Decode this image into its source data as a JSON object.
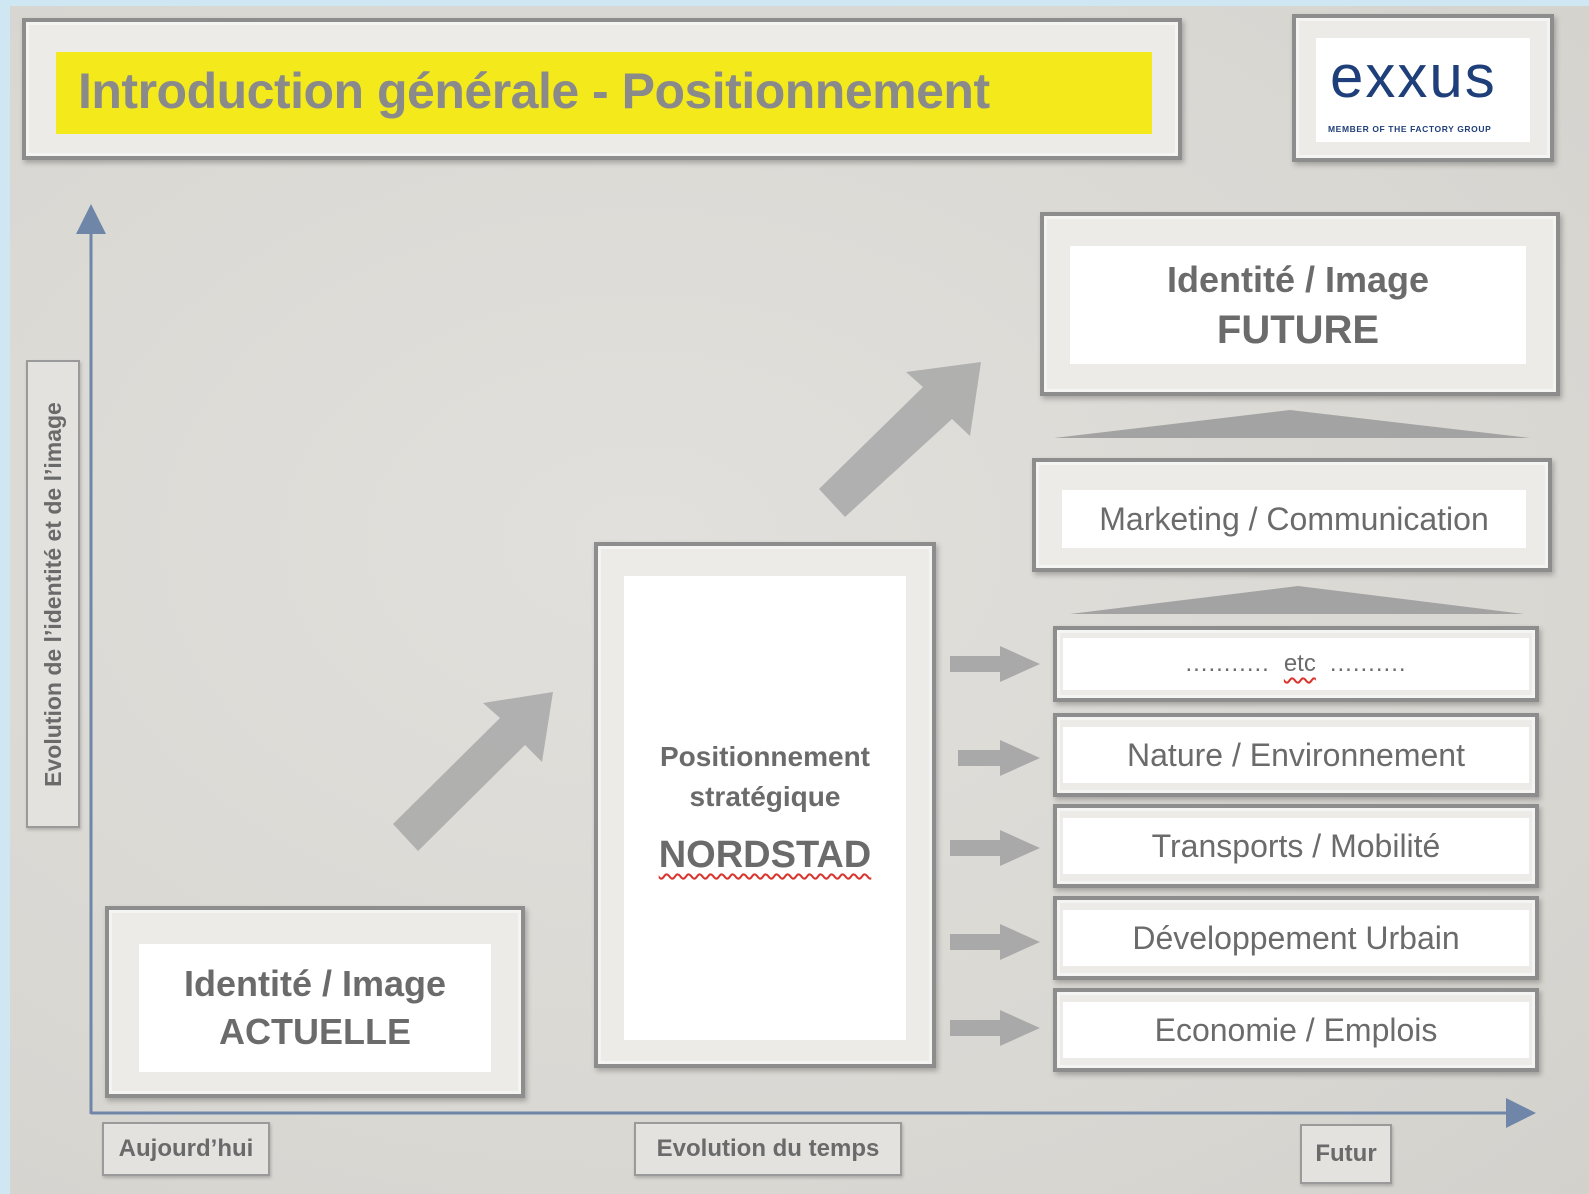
{
  "header": {
    "title": "Introduction générale - Positionnement",
    "logo_text": "exxus",
    "logo_tagline": "MEMBER OF THE FACTORY GROUP"
  },
  "axes": {
    "y_label": "Evolution de l’identité et de l’image",
    "x_start": "Aujourd’hui",
    "x_middle": "Evolution du temps",
    "x_end": "Futur"
  },
  "current": {
    "line1": "Identité / Image",
    "line2": "ACTUELLE"
  },
  "strategy": {
    "line1": "Positionnement",
    "line2": "stratégique",
    "line3": "NORDSTAD"
  },
  "future": {
    "line1": "Identité / Image",
    "line2": "FUTURE"
  },
  "marketing": "Marketing / Communication",
  "pillars": [
    {
      "label": "etc",
      "dots_left": "...........",
      "dots_right": ".........."
    },
    {
      "label": "Nature / Environnement"
    },
    {
      "label": "Transports / Mobilité"
    },
    {
      "label": "Développement Urbain"
    },
    {
      "label": "Economie / Emplois"
    }
  ],
  "colors": {
    "banner": "#f4ea1b",
    "logo_blue": "#1f3f7a",
    "axis": "#6f86a8",
    "arrow": "#a9a9a9",
    "text_grey": "#6b6b6b"
  }
}
